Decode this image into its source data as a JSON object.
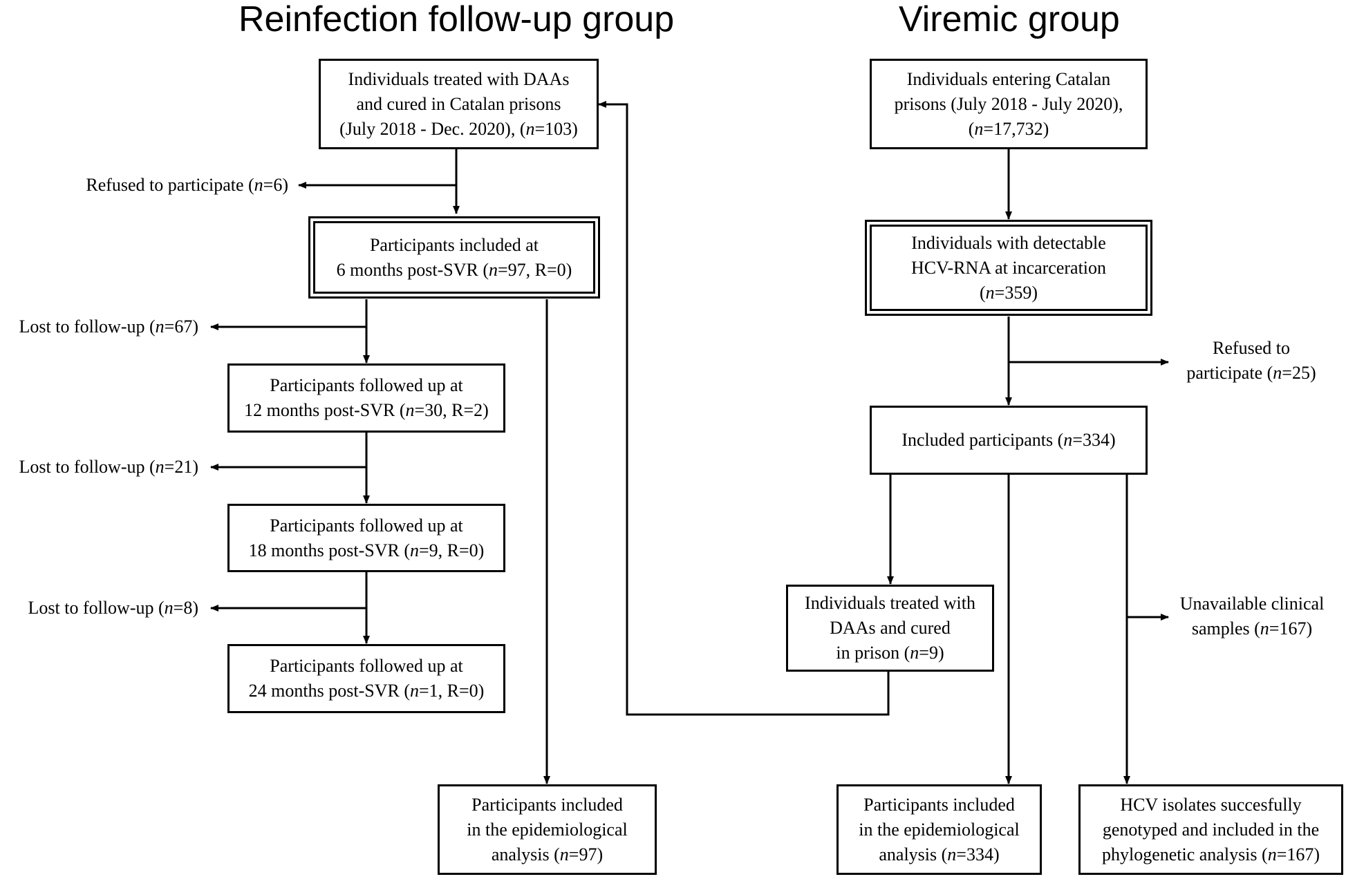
{
  "headings": {
    "left": "Reinfection follow-up group",
    "right": "Viremic group"
  },
  "boxes": {
    "treated_cured": [
      "Individuals treated with DAAs",
      "and cured in Catalan prisons",
      "(July 2018 - Dec. 2020), (n=103)"
    ],
    "included_6m": [
      "Participants included at",
      "6 months post-SVR (n=97, R=0)"
    ],
    "followed_12m": [
      "Participants followed up at",
      "12 months post-SVR (n=30, R=2)"
    ],
    "followed_18m": [
      "Participants followed up at",
      "18 months post-SVR (n=9, R=0)"
    ],
    "followed_24m": [
      "Participants followed up at",
      "24 months post-SVR (n=1, R=0)"
    ],
    "epi_left": [
      "Participants included",
      "in the epidemiological",
      "analysis (n=97)"
    ],
    "entering": [
      "Individuals entering Catalan",
      "prisons (July 2018 - July 2020),",
      "(n=17,732)"
    ],
    "detectable": [
      "Individuals with detectable",
      "HCV-RNA at incarceration",
      "(n=359)"
    ],
    "included_334": [
      "Included participants (n=334)"
    ],
    "treated_prison": [
      "Individuals treated with",
      "DAAs and cured",
      "in prison (n=9)"
    ],
    "epi_right": [
      "Participants included",
      "in the epidemiological",
      "analysis (n=334)"
    ],
    "hcv_isolates": [
      "HCV isolates succesfully",
      "genotyped and included in the",
      "phylogenetic analysis (n=167)"
    ]
  },
  "side_labels": {
    "refused_6": [
      "Refused to participate (n=6)"
    ],
    "lost_67": [
      "Lost to follow-up (n=67)"
    ],
    "lost_21": [
      "Lost to follow-up (n=21)"
    ],
    "lost_8": [
      "Lost to follow-up (n=8)"
    ],
    "refused_25": [
      "Refused to",
      "participate (n=25)"
    ],
    "unavailable": [
      "Unavailable clinical",
      "samples (n=167)"
    ]
  }
}
